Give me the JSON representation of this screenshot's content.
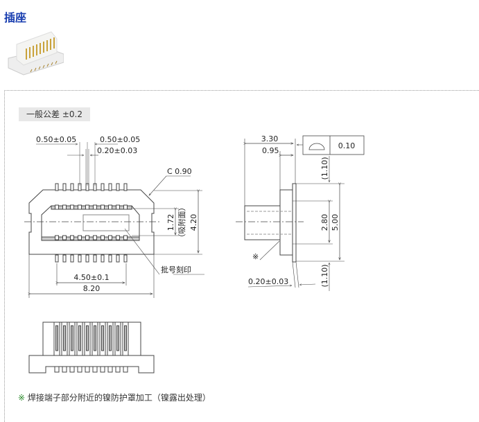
{
  "title": "插座",
  "tolerance": "一般公差 ±0.2",
  "front": {
    "pitch_left": "0.50±0.05",
    "pitch_right": "0.50±0.05",
    "pin_width": "0.20±0.03",
    "chamfer": "C 0.90",
    "suction_width": "1.72",
    "suction_label": "（吸附面）",
    "height": "4.20",
    "lot_mark": "批号刻印",
    "pin_span": "4.50±0.1",
    "width": "8.20"
  },
  "side": {
    "depth": "3.30",
    "flange": "0.95",
    "flatness": "0.10",
    "top_margin": "(1.10)",
    "inner": "2.80",
    "total": "5.00",
    "bottom_margin": "(1.10)",
    "lead": "0.20±0.03",
    "ref_mark": "※"
  },
  "note": {
    "mark": "※",
    "text": "焊接端子部分附近的镍防护罩加工（镍露出处理）"
  }
}
